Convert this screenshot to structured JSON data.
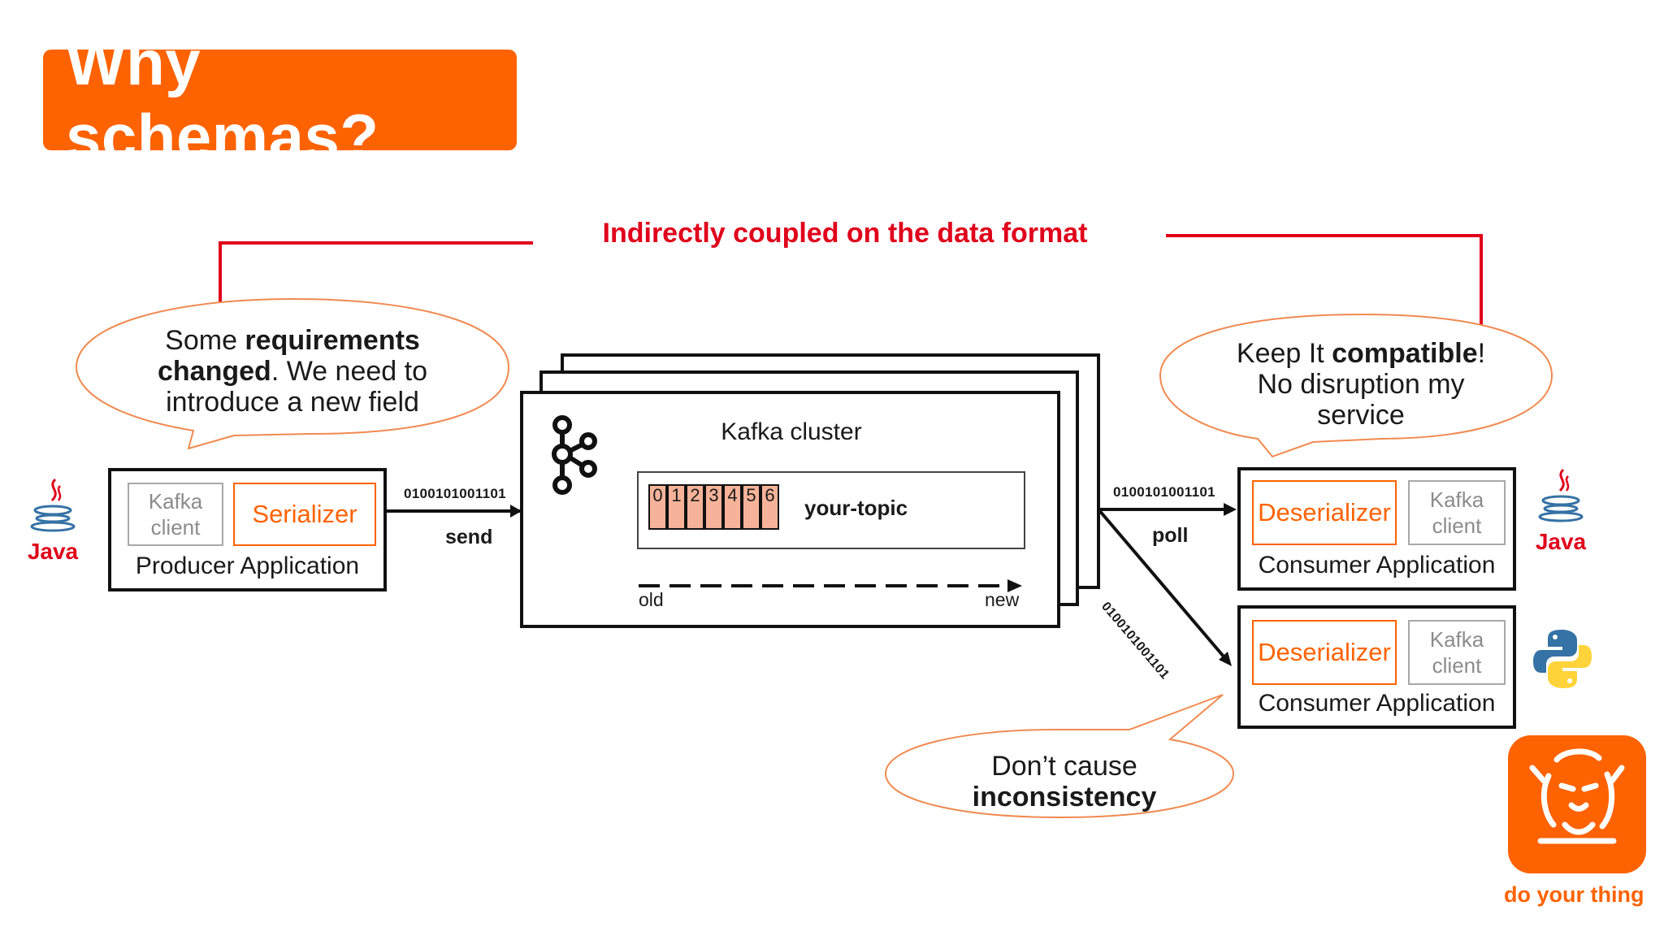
{
  "slide": {
    "title": "Why schemas?",
    "coupling_label": "Indirectly coupled on the data format"
  },
  "bubbles": {
    "producer": {
      "line1_pre": "Some ",
      "line1_bold": "requirements",
      "line2_bold": "changed",
      "line2_post": ". We need to",
      "line3": "introduce a new field"
    },
    "consumer": {
      "line1_pre": "Keep It ",
      "line1_bold": "compatible",
      "line1_post": "!",
      "line2": "No disruption my",
      "line3": "service"
    },
    "consistency": {
      "line1": "Don’t cause",
      "line2_bold": "inconsistency"
    }
  },
  "producer": {
    "client_label": "Kafka\nclient",
    "serializer_label": "Serializer",
    "app_label": "Producer Application",
    "logo_label": "Java"
  },
  "send_edge": {
    "binary": "0100101001101",
    "label": "send"
  },
  "cluster": {
    "name": "Kafka cluster",
    "topic_name": "your-topic",
    "partitions": [
      "0",
      "1",
      "2",
      "3",
      "4",
      "5",
      "6"
    ],
    "timeline_old": "old",
    "timeline_new": "new"
  },
  "poll_edge": {
    "binary": "0100101001101",
    "label": "poll",
    "diag_binary": "0100101001101"
  },
  "consumer_java": {
    "deserializer_label": "Deserializer",
    "client_label": "Kafka\nclient",
    "app_label": "Consumer Application",
    "logo_label": "Java"
  },
  "consumer_python": {
    "deserializer_label": "Deserializer",
    "client_label": "Kafka\nclient",
    "app_label": "Consumer Application"
  },
  "brand": {
    "tagline": "do your thing",
    "colors": {
      "orange": "#ff6200",
      "red": "#e0001b",
      "partition_fill": "#f7b399",
      "python_blue": "#3572a5",
      "python_yellow": "#ffd43b"
    }
  },
  "icons": {
    "java": "java-cup-icon",
    "python": "python-logo-icon",
    "kafka": "kafka-logo-icon",
    "brand": "lion-logo-icon"
  }
}
